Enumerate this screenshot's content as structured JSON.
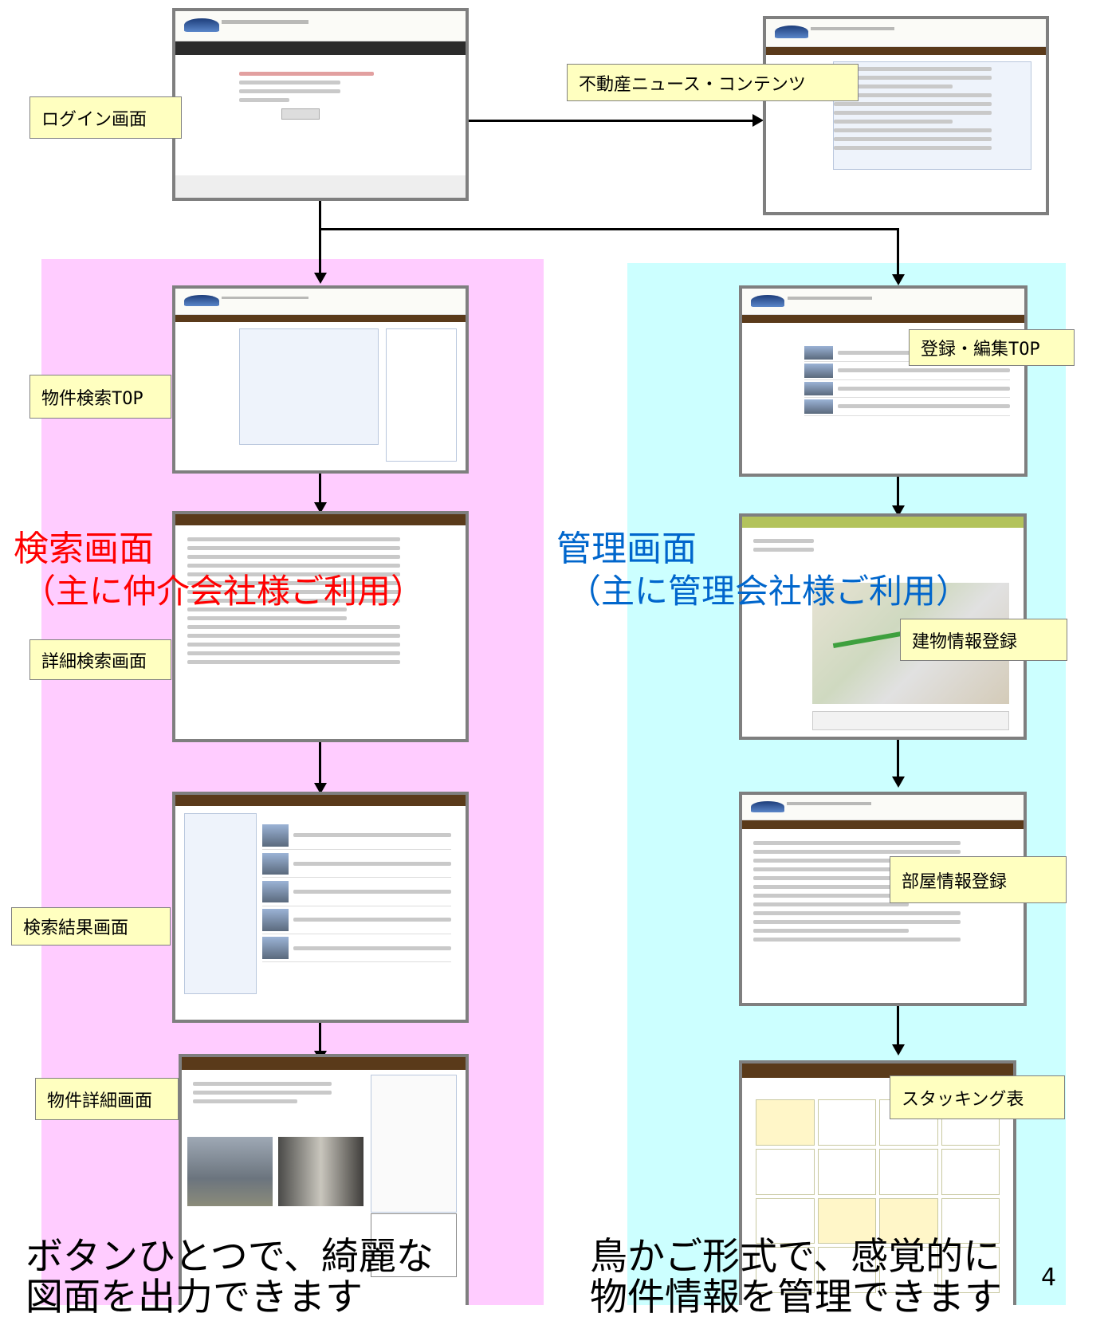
{
  "labels": {
    "login": "ログイン画面",
    "news": "不動産ニュース・コンテンツ",
    "search_top": "物件検索TOP",
    "detail_search": "詳細検索画面",
    "results": "検索結果画面",
    "property_detail": "物件詳細画面",
    "edit_top": "登録・編集TOP",
    "building_reg": "建物情報登録",
    "room_reg": "部屋情報登録",
    "stacking": "スタッキング表"
  },
  "search_panel": {
    "title": "検索画面",
    "subtitle": "（主に仲介会社様ご利用）",
    "caption_line1": "ボタンひとつで、綺麗な",
    "caption_line2": "図面を出力できます",
    "bg_color": "#ffccff",
    "title_color": "#ff0000"
  },
  "admin_panel": {
    "title": "管理画面",
    "subtitle": "（主に管理会社様ご利用）",
    "caption_line1": "鳥かご形式で、感覚的に",
    "caption_line2": "物件情報を管理できます",
    "bg_color": "#ccffff",
    "title_color": "#0066cc"
  },
  "page_number": "4"
}
